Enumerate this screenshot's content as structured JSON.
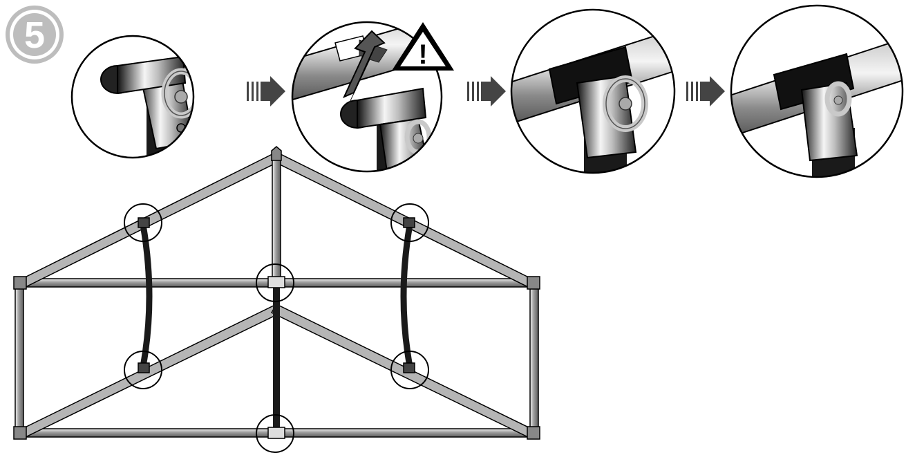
{
  "instruction": {
    "step_number": "5",
    "warning_symbol": "!",
    "detail_panels": [
      {
        "id": "loosen",
        "action": "rotate-counterclockwise"
      },
      {
        "id": "lift-and-slide",
        "action": "lift-arrow-with-warning"
      },
      {
        "id": "tighten",
        "action": "rotate-clockwise"
      },
      {
        "id": "secured",
        "action": "done"
      }
    ],
    "colors": {
      "line": "#000000",
      "tube_gray": "#9a9a9a",
      "tube_light": "#d9d9d9",
      "strap": "#1a1a1a",
      "badge_ring": "#bdbdbd",
      "arrow": "#444444"
    },
    "icons": [
      "step-number-badge",
      "rotate-arrow-icon",
      "process-arrow-icon",
      "warning-triangle-icon",
      "lift-arrow-icon"
    ]
  }
}
